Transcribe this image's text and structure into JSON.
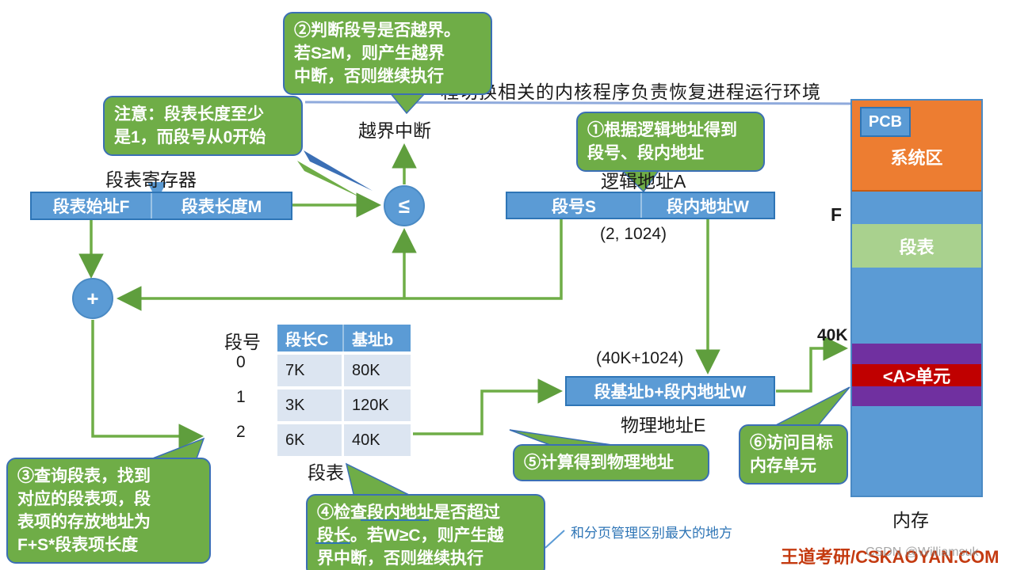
{
  "top_note": "程切换相关的内核程序负责恢复进程运行环境",
  "callouts": {
    "step1": "①根据逻辑地址得到\n段号、段内地址",
    "step2": "②判断段号是否越界。\n若S≥M，则产生越界\n中断，否则继续执行",
    "step3": "③查询段表，找到\n对应的段表项，段\n表项的存放地址为\nF+S*段表项长度",
    "step4": "④检查段内地址是否超过\n段长。若W≥C，则产生越\n界中断，否则继续执行",
    "step5": "⑤计算得到物理地址",
    "step6": "⑥访问目标\n内存单元",
    "note": "注意：段表长度至少\n是1，而段号从0开始"
  },
  "register": {
    "title": "段表寄存器",
    "base": "段表始址F",
    "length": "段表长度M"
  },
  "comparator": "≤",
  "adder": "+",
  "interrupt_label": "越界中断",
  "logical": {
    "title": "逻辑地址A",
    "seg": "段号S",
    "offset": "段内地址W",
    "value": "(2, 1024)"
  },
  "seg_table": {
    "row_header": "段号",
    "headers": [
      "段长C",
      "基址b"
    ],
    "row_ids": [
      "0",
      "1",
      "2"
    ],
    "rows": [
      [
        "7K",
        "80K"
      ],
      [
        "3K",
        "120K"
      ],
      [
        "6K",
        "40K"
      ]
    ],
    "caption": "段表"
  },
  "compute": {
    "value": "(40K+1024)",
    "box": "段基址b+段内地址W",
    "label": "物理地址E"
  },
  "memory": {
    "pcb": "PCB",
    "system": "系统区",
    "f_label": "F",
    "segtable": "段表",
    "k40": "40K",
    "unit": "<A>单元",
    "label": "内存"
  },
  "footer": {
    "diff_note": "和分页管理区别最大的地方",
    "brand": "王道考研/CSKAOYAN.COM",
    "watermark": "CSDN @Williamsuk"
  },
  "colors": {
    "green": "#6fad47",
    "blue": "#5b9bd5",
    "orange": "#ed7d31",
    "purple": "#7030a0",
    "red": "#c00000",
    "brand_red": "#c43a10"
  }
}
